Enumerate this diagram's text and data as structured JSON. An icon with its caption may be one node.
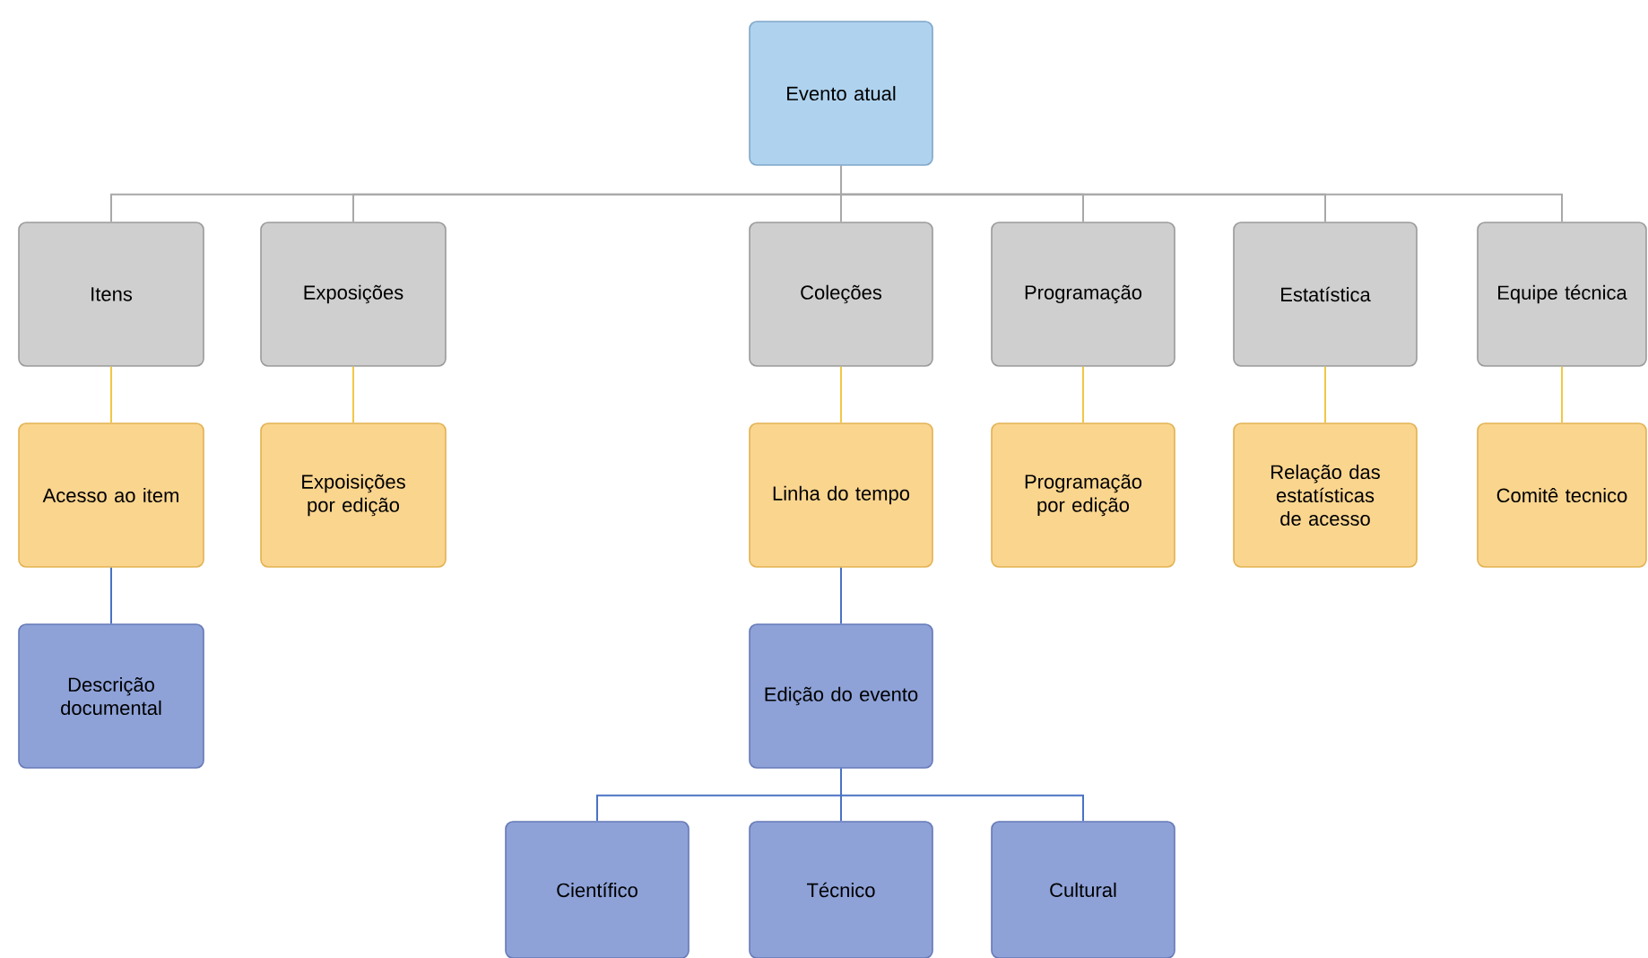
{
  "diagram": {
    "nodes": [
      {
        "text": [
          "Evento atual"
        ]
      },
      {
        "text": [
          "Itens"
        ]
      },
      {
        "text": [
          "Exposições"
        ]
      },
      {
        "text": [
          "Coleções"
        ]
      },
      {
        "text": [
          "Programação"
        ]
      },
      {
        "text": [
          "Estatística"
        ]
      },
      {
        "text": [
          "Equipe técnica"
        ]
      },
      {
        "text": [
          "Acesso ao item"
        ]
      },
      {
        "text": [
          "Expoisições por edição"
        ]
      },
      {
        "text": [
          "Linha do tempo"
        ]
      },
      {
        "text": [
          "Programação por edição"
        ]
      },
      {
        "text": [
          "Relação das estatísticas de acesso"
        ]
      },
      {
        "text": [
          "Comitê tecnico"
        ]
      },
      {
        "text": [
          "Descrição documental"
        ]
      },
      {
        "text": [
          "Edição do evento"
        ]
      },
      {
        "text": [
          "Científico"
        ]
      },
      {
        "text": [
          "Técnico"
        ]
      },
      {
        "text": [
          "Cultural"
        ]
      }
    ],
    "edges": [
      {
        "from": 0,
        "to": 1,
        "arrow": "none"
      },
      {
        "from": 0,
        "to": 2,
        "arrow": "none"
      },
      {
        "from": 0,
        "to": 3,
        "arrow": "none"
      },
      {
        "from": 0,
        "to": 4,
        "arrow": "none"
      },
      {
        "from": 0,
        "to": 5,
        "arrow": "none"
      },
      {
        "from": 0,
        "to": 6,
        "arrow": "none"
      },
      {
        "from": 1,
        "to": 7,
        "arrow": "none",
        "color": "#f2c744"
      },
      {
        "from": 2,
        "to": 8,
        "arrow": "none",
        "color": "#f2c744"
      },
      {
        "from": 3,
        "to": 9,
        "arrow": "none",
        "color": "#f2c744"
      },
      {
        "from": 4,
        "to": 10,
        "arrow": "none",
        "color": "#f2c744"
      },
      {
        "from": 5,
        "to": 11,
        "arrow": "none",
        "color": "#f2c744"
      },
      {
        "from": 6,
        "to": 12,
        "arrow": "none",
        "color": "#f2c744"
      },
      {
        "from": 7,
        "to": 13,
        "arrow": "none",
        "color": "#4a72c4"
      },
      {
        "from": 9,
        "to": 14,
        "arrow": "none",
        "color": "#4a72c4"
      },
      {
        "from": 14,
        "to": 15,
        "arrow": "none",
        "color": "#4a72c4"
      },
      {
        "from": 14,
        "to": 16,
        "arrow": "none",
        "color": "#4a72c4"
      },
      {
        "from": 14,
        "to": 17,
        "arrow": "none",
        "color": "#4a72c4"
      }
    ]
  }
}
